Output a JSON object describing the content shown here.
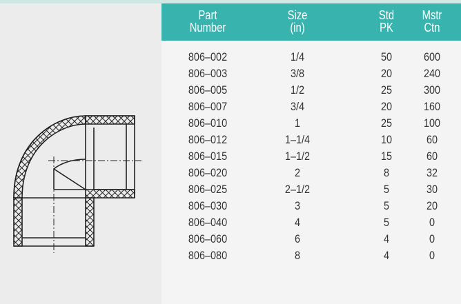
{
  "table": {
    "headers": {
      "part": [
        "Part",
        "Number"
      ],
      "size": [
        "Size",
        "(in)"
      ],
      "std": [
        "Std",
        "PK"
      ],
      "mstr": [
        "Mstr",
        "Ctn"
      ]
    },
    "rows": [
      {
        "part": "806–002",
        "size": "1/4",
        "std": "50",
        "mstr": "600"
      },
      {
        "part": "806–003",
        "size": "3/8",
        "std": "20",
        "mstr": "240"
      },
      {
        "part": "806–005",
        "size": "1/2",
        "std": "25",
        "mstr": "300"
      },
      {
        "part": "806–007",
        "size": "3/4",
        "std": "20",
        "mstr": "160"
      },
      {
        "part": "806–010",
        "size": "1",
        "std": "25",
        "mstr": "100"
      },
      {
        "part": "806–012",
        "size": "1–1/4",
        "std": "10",
        "mstr": "60"
      },
      {
        "part": "806–015",
        "size": "1–1/2",
        "std": "15",
        "mstr": "60"
      },
      {
        "part": "806–020",
        "size": "2",
        "std": "8",
        "mstr": "32"
      },
      {
        "part": "806–025",
        "size": "2–1/2",
        "std": "5",
        "mstr": "30"
      },
      {
        "part": "806–030",
        "size": "3",
        "std": "5",
        "mstr": "20"
      },
      {
        "part": "806–040",
        "size": "4",
        "std": "5",
        "mstr": "0"
      },
      {
        "part": "806–060",
        "size": "6",
        "std": "4",
        "mstr": "0"
      },
      {
        "part": "806–080",
        "size": "8",
        "std": "4",
        "mstr": "0"
      }
    ]
  },
  "colors": {
    "header_bg": "#39b3ad",
    "top_strip": "#cfe8e6",
    "panel_bg": "#ececec",
    "table_bg": "#f4f4f4"
  },
  "drawing": {
    "icon": "elbow-fitting-drawing"
  }
}
